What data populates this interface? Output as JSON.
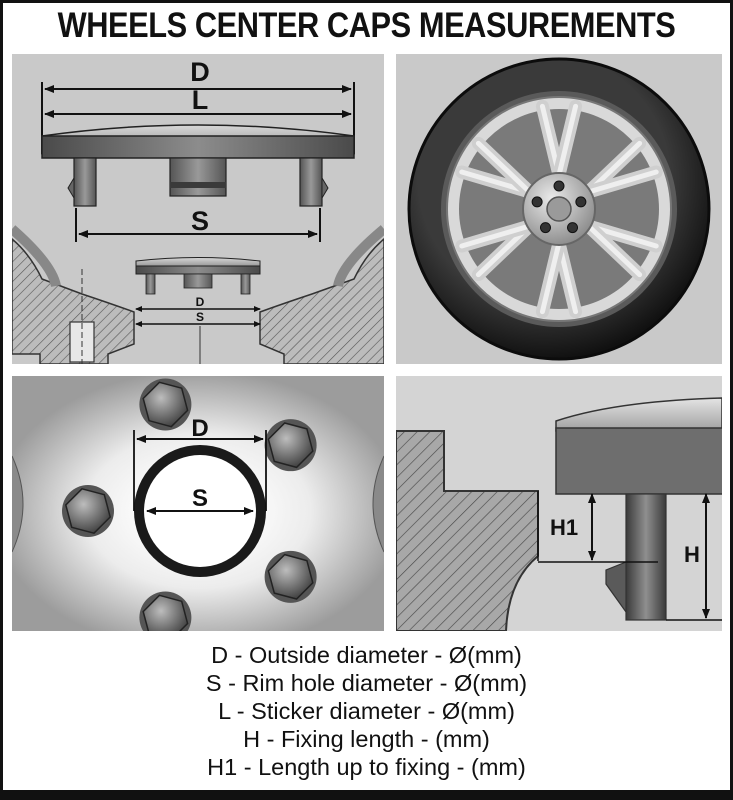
{
  "title": "WHEELS CENTER CAPS MEASUREMENTS",
  "labels": {
    "D": "D",
    "L": "L",
    "S": "S",
    "H": "H",
    "H1": "H1"
  },
  "legend": [
    "D - Outside diameter - Ø(mm)",
    "S - Rim hole diameter - Ø(mm)",
    "L - Sticker diameter - Ø(mm)",
    "H - Fixing length - (mm)",
    "H1 -  Length up to fixing - (mm)"
  ]
}
